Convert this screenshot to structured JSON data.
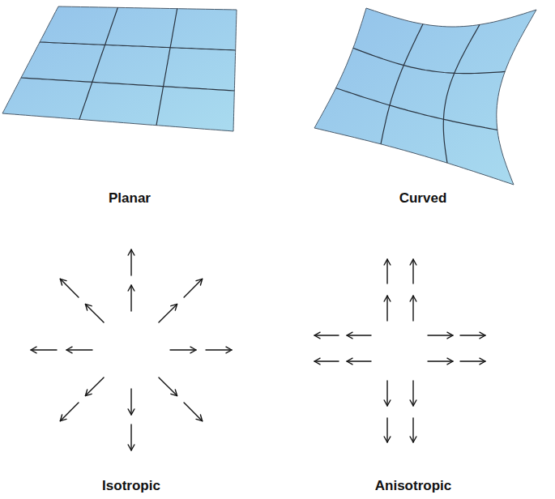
{
  "diagram": {
    "labels": [
      "Planar",
      "Curved",
      "Isotropic",
      "Anisotropic"
    ]
  }
}
